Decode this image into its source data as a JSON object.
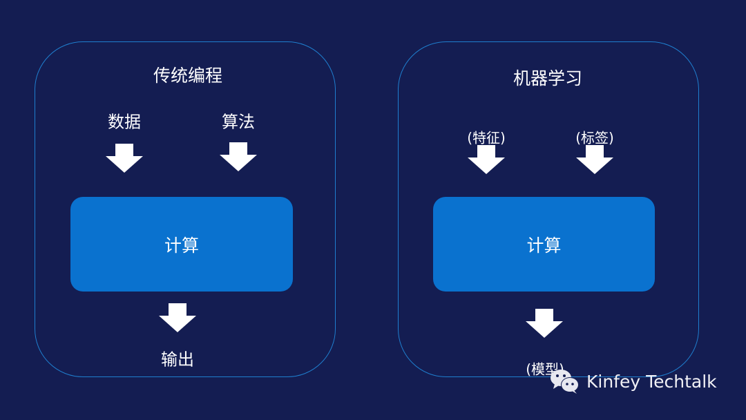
{
  "left": {
    "title": "传统编程",
    "input1": "数据",
    "input2": "算法",
    "process": "计算",
    "output": "输出"
  },
  "right": {
    "title": "机器学习",
    "input1": "(特征)",
    "input2": "(标签)",
    "process": "计算",
    "output": "(模型)"
  },
  "watermark": {
    "text": "Kinfey Techtalk",
    "icon": "wechat-icon"
  },
  "colors": {
    "background": "#141d52",
    "panel_border": "#1f7fcf",
    "process_box": "#0a72cf",
    "arrow": "#ffffff"
  }
}
